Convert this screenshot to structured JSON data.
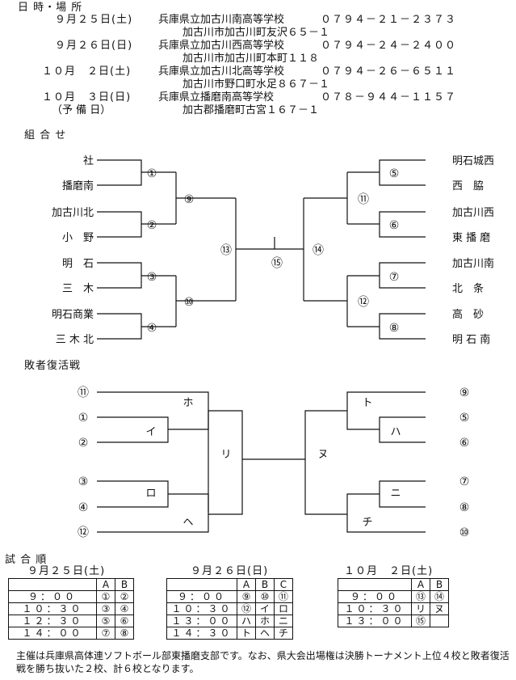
{
  "schedule": {
    "heading": "日 時・場 所",
    "entries": [
      {
        "date": "９月２５日(土)",
        "venue": "兵庫県立加古川南高等学校",
        "phone": "０７９４－２１－２３７３",
        "address": "加古川市加古川町友沢６５－１"
      },
      {
        "date": "９月２６日(日)",
        "venue": "兵庫県立加古川西高等学校",
        "phone": "０７９４－２４－２４００",
        "address": "加古川市加古川町本町１１８"
      },
      {
        "date": "１０月　２日(土)",
        "venue": "兵庫県立加古川北高等学校",
        "phone": "０７９４－２６－６５１１",
        "address": "加古川市野口町水足８６７－１"
      },
      {
        "date": "１０月　３日(日)",
        "note": "（予 備 日）",
        "venue": "兵庫県立播磨南高等学校",
        "phone": "０７８－９４４－１１５７",
        "address": "加古郡播磨町古宮１６７－１"
      }
    ]
  },
  "bracket": {
    "heading": "組 合 せ",
    "left_teams": [
      "社",
      "播磨南",
      "加古川北",
      "小　野",
      "明　石",
      "三　木",
      "明石商業",
      "三 木 北"
    ],
    "right_teams": [
      "明石城西",
      "西　脇",
      "加古川西",
      "東 播 磨",
      "加古川南",
      "北　条",
      "高　砂",
      "明 石 南"
    ],
    "game_numbers": [
      "①",
      "②",
      "③",
      "④",
      "⑤",
      "⑥",
      "⑦",
      "⑧",
      "⑨",
      "⑩",
      "⑪",
      "⑫",
      "⑬",
      "⑭",
      "⑮"
    ]
  },
  "repechage": {
    "heading": "敗者復活戦",
    "left_seeds": [
      "⑪",
      "①",
      "②",
      "③",
      "④",
      "⑫"
    ],
    "right_seeds": [
      "⑨",
      "⑤",
      "⑥",
      "⑦",
      "⑧",
      "⑩"
    ],
    "game_labels": [
      "イ",
      "ロ",
      "ハ",
      "ニ",
      "ホ",
      "ヘ",
      "ト",
      "チ",
      "リ",
      "ヌ"
    ]
  },
  "order": {
    "heading": "試 合 順",
    "days": [
      {
        "date": "９月２５日(土)",
        "courts": [
          "A",
          "B"
        ],
        "rows": [
          [
            "９：００",
            "①",
            "②"
          ],
          [
            "１０：３０",
            "③",
            "④"
          ],
          [
            "１２：３０",
            "⑤",
            "⑥"
          ],
          [
            "１４：００",
            "⑦",
            "⑧"
          ]
        ]
      },
      {
        "date": "９月２６日(日)",
        "courts": [
          "A",
          "B",
          "C"
        ],
        "rows": [
          [
            "９：００",
            "⑨",
            "⑩",
            "⑪"
          ],
          [
            "１０：３０",
            "⑫",
            "イ",
            "ロ"
          ],
          [
            "１３：００",
            "ハ",
            "ホ",
            "ニ"
          ],
          [
            "１４：３０",
            "ト",
            "ヘ",
            "チ"
          ]
        ]
      },
      {
        "date": "１０月　２日(土)",
        "courts": [
          "A",
          "B"
        ],
        "rows": [
          [
            "９：００",
            "⑬",
            "⑭"
          ],
          [
            "１０：３０",
            "リ",
            "ヌ"
          ],
          [
            "１３：００",
            "⑮",
            ""
          ]
        ]
      }
    ]
  },
  "footnote": "主催は兵庫県高体連ソフトボール部東播磨支部です。なお、県大会出場権は決勝トーナメント上位４校と敗者復活戦を勝ち抜いた２校、計６校となります。"
}
